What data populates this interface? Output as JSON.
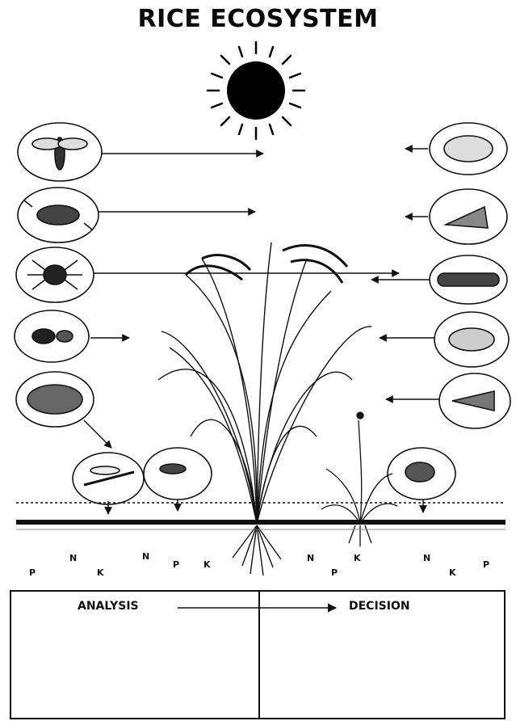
{
  "title": "RICE ECOSYSTEM",
  "nutrients": [
    "P",
    "N",
    "K",
    "N",
    "P",
    "K",
    "N",
    "P",
    "K",
    "N",
    "K",
    "P"
  ],
  "analysis_label": "ANALYSIS",
  "decision_label": "DECISION",
  "icons": {
    "left": [
      "wasp-icon",
      "cricket-icon",
      "spider-icon",
      "beetle-icon",
      "bug-icon",
      "damselfly-icon",
      "grasshopper-icon"
    ],
    "right": [
      "stinkbug-icon",
      "moth-icon",
      "caterpillar-icon",
      "planthopper-icon",
      "fly-icon",
      "leafhopper-icon"
    ]
  }
}
